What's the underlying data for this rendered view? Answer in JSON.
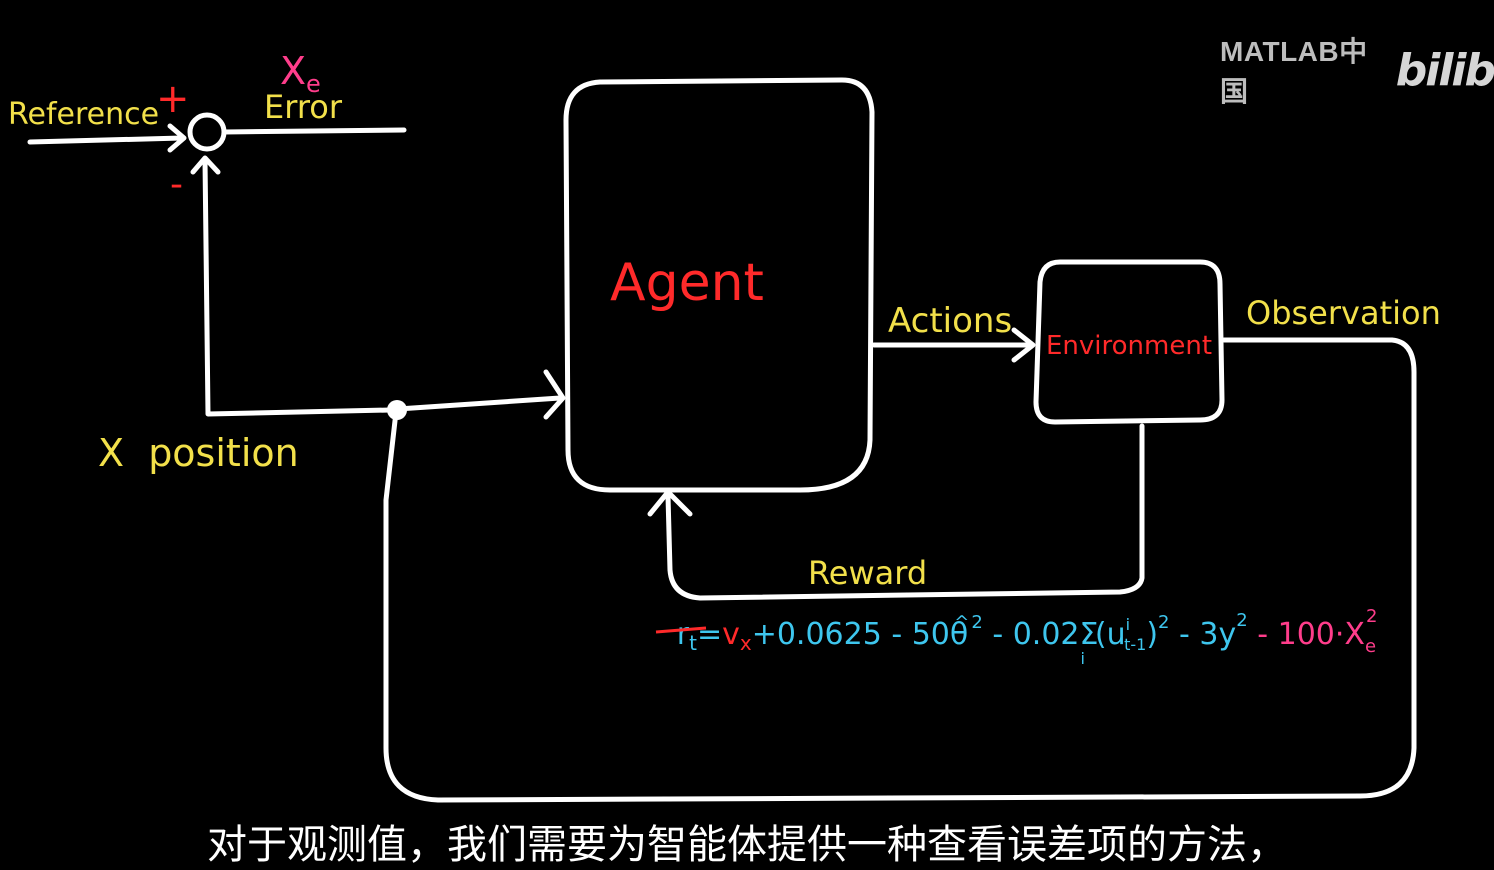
{
  "diagram": {
    "labels": {
      "reference": "Reference",
      "plus_sign": "+",
      "minus_sign": "-",
      "error_symbol": "X",
      "error_symbol_subscript": "e",
      "error": "Error",
      "x_position": "X  position",
      "agent": "Agent",
      "actions": "Actions",
      "environment": "Environment",
      "observation": "Observation",
      "reward": "Reward"
    },
    "equation": {
      "lhs": "r",
      "lhs_subscript": "t",
      "equals": "=",
      "struck_term": "v",
      "struck_subscript": "x",
      "cyan_terms": "+0.0625 - 50",
      "theta": "θ",
      "theta_hat": "^",
      "theta_exp": "2",
      "minus_sum": " - 0.02",
      "sigma": "Σ",
      "sigma_sub": "i",
      "paren_open": "(u",
      "u_sup": "i",
      "u_sub": "t-1",
      "paren_close": ")",
      "paren_exp": "2",
      "y_term": " - 3y",
      "y_exp": "2",
      "pink_terms": " - 100·X",
      "xe_sub": "e",
      "xe_exp": "2"
    },
    "colors": {
      "line": "#ffffff",
      "yellow_text": "#f2e04a",
      "red_text": "#ff2a2a",
      "magenta_text": "#ff3d8b",
      "cyan_text": "#3ec6ee"
    }
  },
  "watermark": {
    "text": "MATLAB中国",
    "logo": "bilib"
  },
  "subtitle": "对于观测值，我们需要为智能体提供一种查看误差项的方法，"
}
